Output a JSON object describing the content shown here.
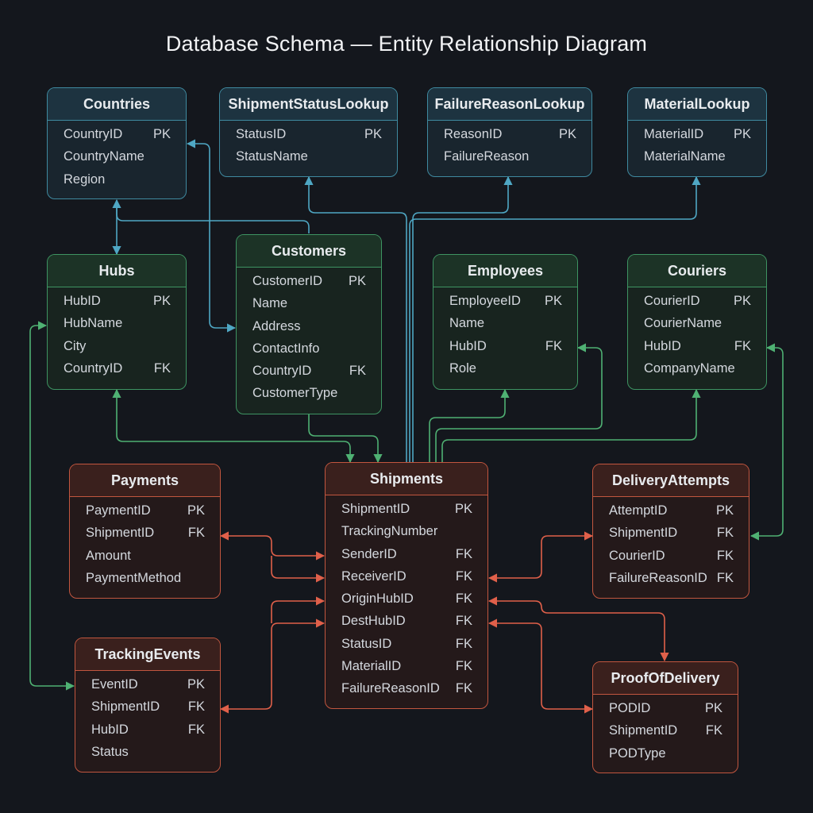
{
  "title": "Database Schema — Entity Relationship Diagram",
  "colors": {
    "lookup": "#3f8aa0",
    "core": "#3e9462",
    "shipment": "#c2563f",
    "line_blue": "#4fa7c4",
    "line_green": "#4fb173",
    "line_red": "#e0604a"
  },
  "entities": {
    "countries": {
      "name": "Countries",
      "fields": [
        [
          "CountryID",
          "PK"
        ],
        [
          "CountryName",
          ""
        ],
        [
          "Region",
          ""
        ]
      ]
    },
    "status_lookup": {
      "name": "ShipmentStatusLookup",
      "fields": [
        [
          "StatusID",
          "PK"
        ],
        [
          "StatusName",
          ""
        ]
      ]
    },
    "failure_lookup": {
      "name": "FailureReasonLookup",
      "fields": [
        [
          "ReasonID",
          "PK"
        ],
        [
          "FailureReason",
          ""
        ]
      ]
    },
    "material_lookup": {
      "name": "MaterialLookup",
      "fields": [
        [
          "MaterialID",
          "PK"
        ],
        [
          "MaterialName",
          ""
        ]
      ]
    },
    "hubs": {
      "name": "Hubs",
      "fields": [
        [
          "HubID",
          "PK"
        ],
        [
          "HubName",
          ""
        ],
        [
          "City",
          ""
        ],
        [
          "CountryID",
          "FK"
        ]
      ]
    },
    "customers": {
      "name": "Customers",
      "fields": [
        [
          "CustomerID",
          "PK"
        ],
        [
          "Name",
          ""
        ],
        [
          "Address",
          ""
        ],
        [
          "ContactInfo",
          ""
        ],
        [
          "CountryID",
          "FK"
        ],
        [
          "CustomerType",
          ""
        ]
      ]
    },
    "employees": {
      "name": "Employees",
      "fields": [
        [
          "EmployeeID",
          "PK"
        ],
        [
          "Name",
          ""
        ],
        [
          "HubID",
          "FK"
        ],
        [
          "Role",
          ""
        ]
      ]
    },
    "couriers": {
      "name": "Couriers",
      "fields": [
        [
          "CourierID",
          "PK"
        ],
        [
          "CourierName",
          ""
        ],
        [
          "HubID",
          "FK"
        ],
        [
          "CompanyName",
          ""
        ]
      ]
    },
    "payments": {
      "name": "Payments",
      "fields": [
        [
          "PaymentID",
          "PK"
        ],
        [
          "ShipmentID",
          "FK"
        ],
        [
          "Amount",
          ""
        ],
        [
          "PaymentMethod",
          ""
        ]
      ]
    },
    "shipments": {
      "name": "Shipments",
      "fields": [
        [
          "ShipmentID",
          "PK"
        ],
        [
          "TrackingNumber",
          ""
        ],
        [
          "SenderID",
          "FK"
        ],
        [
          "ReceiverID",
          "FK"
        ],
        [
          "OriginHubID",
          "FK"
        ],
        [
          "DestHubID",
          "FK"
        ],
        [
          "StatusID",
          "FK"
        ],
        [
          "MaterialID",
          "FK"
        ],
        [
          "FailureReasonID",
          "FK"
        ]
      ]
    },
    "delivery_attempts": {
      "name": "DeliveryAttempts",
      "fields": [
        [
          "AttemptID",
          "PK"
        ],
        [
          "ShipmentID",
          "FK"
        ],
        [
          "CourierID",
          "FK"
        ],
        [
          "FailureReasonID",
          "FK"
        ]
      ]
    },
    "tracking_events": {
      "name": "TrackingEvents",
      "fields": [
        [
          "EventID",
          "PK"
        ],
        [
          "ShipmentID",
          "FK"
        ],
        [
          "HubID",
          "FK"
        ],
        [
          "Status",
          ""
        ]
      ]
    },
    "proof_of_delivery": {
      "name": "ProofOfDelivery",
      "fields": [
        [
          "PODID",
          "PK"
        ],
        [
          "ShipmentID",
          "FK"
        ],
        [
          "PODType",
          ""
        ]
      ]
    }
  }
}
